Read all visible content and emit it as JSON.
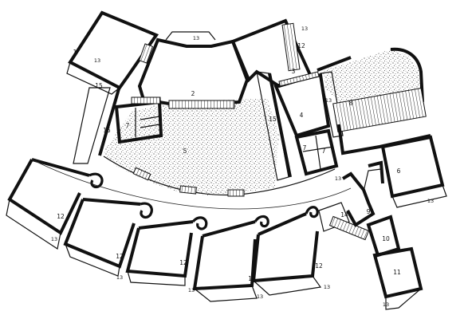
{
  "labels": {
    "l1": "1",
    "l2": "2",
    "l3": "3",
    "l4": "4",
    "l5": "5",
    "l6": "6",
    "l7a": "7",
    "l7b": "7",
    "l7c": "7",
    "l8": "8",
    "l9": "9",
    "l10": "10",
    "l11": "11",
    "l12a": "12",
    "l12b": "12",
    "l12c": "12",
    "l12d": "12",
    "l12e": "12",
    "l12f": "12",
    "l13a": "13",
    "l13b": "13",
    "l13c": "13",
    "l13d": "13",
    "l13e": "13",
    "l13f": "13",
    "l13g": "13",
    "l13h": "13",
    "l13i": "13",
    "l13j": "13",
    "l13k": "13",
    "l13l": "13",
    "l14": "14",
    "l15a": "15",
    "l15b": "15",
    "l15c": "15"
  },
  "colors": {
    "ink": "#111111",
    "paper": "#ffffff"
  }
}
